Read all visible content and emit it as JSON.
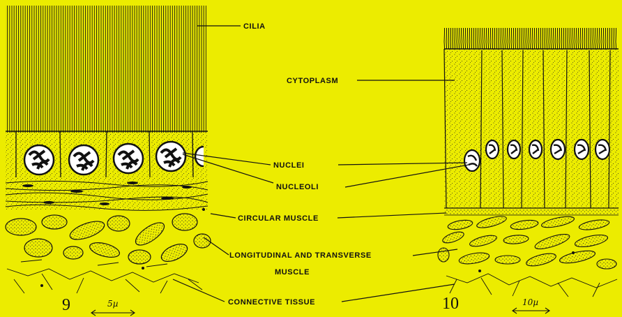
{
  "labels": {
    "cilia": "CILIA",
    "cytoplasm": "CYTOPLASM",
    "nuclei": "NUCLEI",
    "nucleoli": "NUCLEOLI",
    "circular_muscle": "CIRCULAR MUSCLE",
    "longitudinal_line1": "LONGITUDINAL AND TRANSVERSE",
    "longitudinal_line2": "MUSCLE",
    "connective_tissue": "CONNECTIVE TISSUE"
  },
  "figures": {
    "left_number": "9",
    "left_scale": "5µ",
    "right_number": "10",
    "right_scale": "10µ"
  },
  "colors": {
    "background": "#ecec00",
    "ink": "#111111"
  }
}
